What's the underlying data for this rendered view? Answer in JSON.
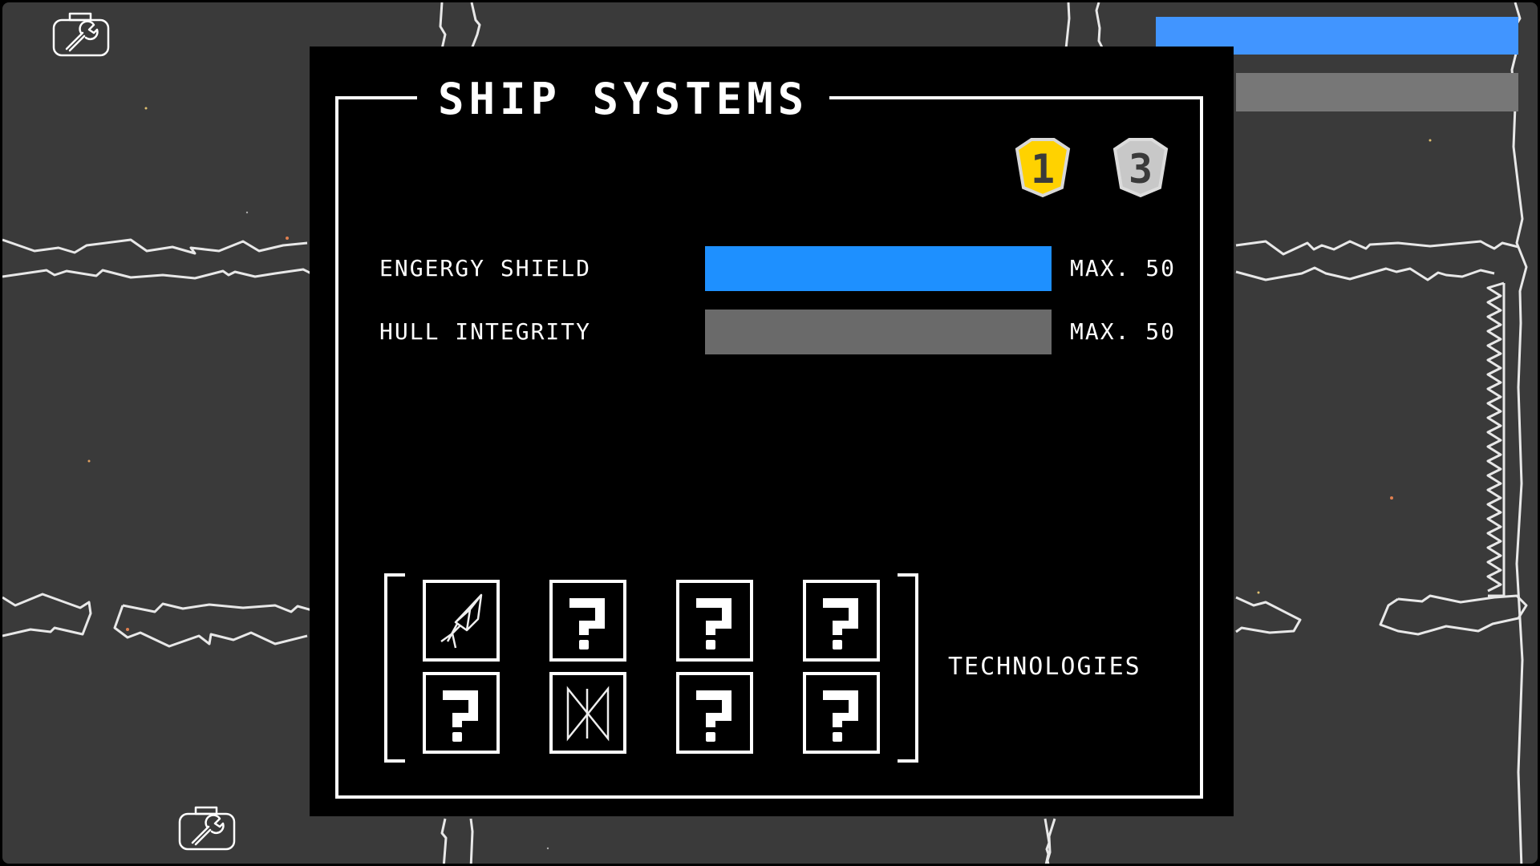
{
  "hud": {
    "shield_bar_color": "#4195ff",
    "hull_bar_color": "#777777"
  },
  "toolbox_icons": [
    {
      "name": "toolbox-wrench-icon",
      "position": "top-left"
    },
    {
      "name": "toolbox-wrench-icon",
      "position": "bottom-left"
    }
  ],
  "modal": {
    "title": "SHIP SYSTEMS",
    "badges": [
      {
        "value": "1",
        "color": "#ffd200",
        "state": "active"
      },
      {
        "value": "3",
        "color": "#c8c8c8",
        "state": "inactive"
      }
    ],
    "stats": [
      {
        "label": "ENGERGY SHIELD",
        "max_label": "MAX. 50",
        "bar_color": "#1e90ff",
        "max": 50
      },
      {
        "label": "HULL INTEGRITY",
        "max_label": "MAX. 50",
        "bar_color": "#6a6a6a",
        "max": 50
      }
    ],
    "technologies": {
      "label": "TECHNOLOGIES",
      "slots": [
        {
          "icon": "rocket-icon",
          "unlocked": true
        },
        {
          "icon": "question-mark-icon",
          "unlocked": false
        },
        {
          "icon": "question-mark-icon",
          "unlocked": false
        },
        {
          "icon": "question-mark-icon",
          "unlocked": false
        },
        {
          "icon": "question-mark-icon",
          "unlocked": false
        },
        {
          "icon": "bowtie-rune-icon",
          "unlocked": true
        },
        {
          "icon": "question-mark-icon",
          "unlocked": false
        },
        {
          "icon": "question-mark-icon",
          "unlocked": false
        }
      ]
    }
  }
}
